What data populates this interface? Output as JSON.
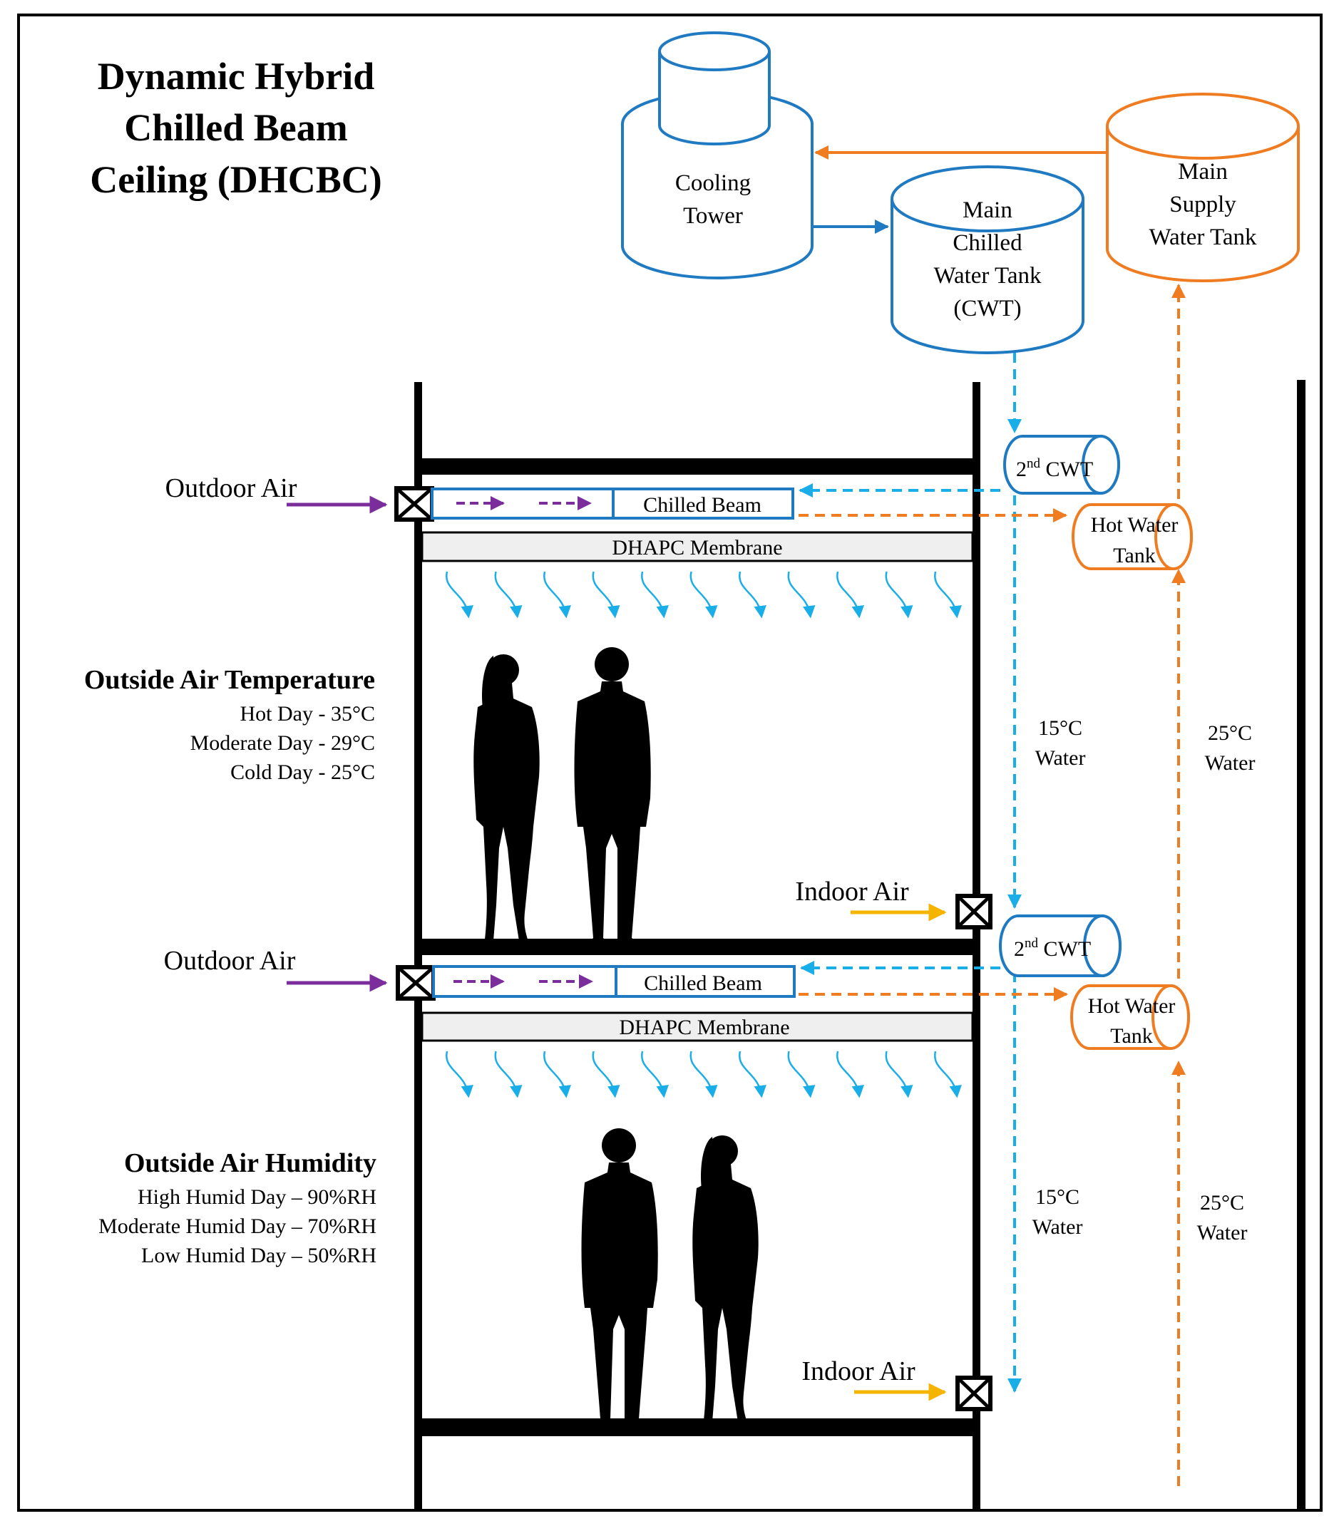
{
  "title": {
    "line1": "Dynamic Hybrid",
    "line2": "Chilled Beam",
    "line3": "Ceiling (DHCBC)"
  },
  "tanks": {
    "cooling_tower": [
      "Cooling",
      "Tower"
    ],
    "main_cwt": [
      "Main",
      "Chilled",
      "Water Tank",
      "(CWT)"
    ],
    "main_supply": [
      "Main",
      "Supply",
      "Water Tank"
    ]
  },
  "floor_units": {
    "outdoor_air": "Outdoor Air",
    "indoor_air": "Indoor Air",
    "chilled_beam": "Chilled Beam",
    "membrane": "DHAPC Membrane",
    "second_cwt_prefix": "2",
    "second_cwt_sup": "nd",
    "second_cwt_suffix": " CWT",
    "hot_water_tank": [
      "Hot Water",
      "Tank"
    ]
  },
  "water": {
    "cold_temp": "15°C",
    "hot_temp": "25°C",
    "label": "Water"
  },
  "temperature": {
    "heading": "Outside Air Temperature",
    "items": [
      "Hot Day - 35°C",
      "Moderate Day - 29°C",
      "Cold Day - 25°C"
    ]
  },
  "humidity": {
    "heading": "Outside Air Humidity",
    "items": [
      "High Humid Day – 90%RH",
      "Moderate Humid Day – 70%RH",
      "Low Humid Day – 50%RH"
    ]
  },
  "colors": {
    "frame": "#000000",
    "blue": "#1f7ac2",
    "cyan": "#1aaee8",
    "orange": "#f07c22",
    "purple": "#7b2d9b",
    "yellow": "#f5b400",
    "membrane": "#efefef"
  }
}
